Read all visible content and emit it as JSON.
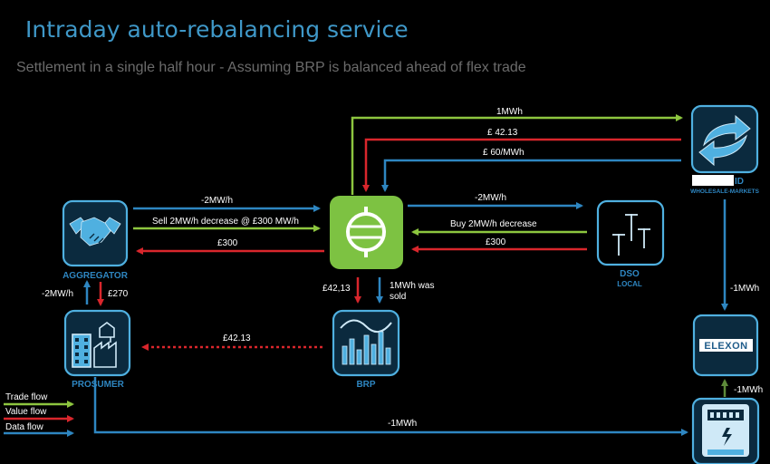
{
  "header": {
    "title": "Intraday auto-rebalancing service",
    "subtitle": "Settlement in a single half hour - Assuming BRP is balanced ahead of flex trade"
  },
  "nodes": {
    "aggregator": "AGGREGATOR",
    "prosumer": "PROSUMER",
    "brp": "BRP",
    "dso": "DSO",
    "dso_sub": "LOCAL",
    "wholesale_id": "ID",
    "wholesale_sub": "WHOLESALE-MARKETS",
    "elexon": "ELEXON"
  },
  "flows": {
    "top_trade": "1MWh",
    "top_value": "£ 42.13",
    "top_data": "£ 60/MWh",
    "agg_data": "-2MW/h",
    "agg_trade": "Sell 2MW/h decrease @ £300 MW/h",
    "agg_value": "£300",
    "dso_data": "-2MW/h",
    "dso_trade": "Buy 2MW/h decrease",
    "dso_value": "£300",
    "hub_brp_value": "£42,13",
    "hub_brp_data_1": "1MWh was",
    "hub_brp_data_2": "sold",
    "brp_prosumer_value": "£42.13",
    "agg_prosumer_data": "-2MW/h",
    "agg_prosumer_value": "£270",
    "wholesale_elexon": "-1MWh",
    "meter_elexon": "-1MWh",
    "prosumer_meter": "-1MWh"
  },
  "legend": {
    "trade": "Trade flow",
    "value": "Value flow",
    "data": "Data flow"
  },
  "colors": {
    "trade": "#8dc63f",
    "value": "#d9262c",
    "data": "#2e86c1",
    "hub": "#7dc242",
    "box_border": "#4fb0e0"
  }
}
